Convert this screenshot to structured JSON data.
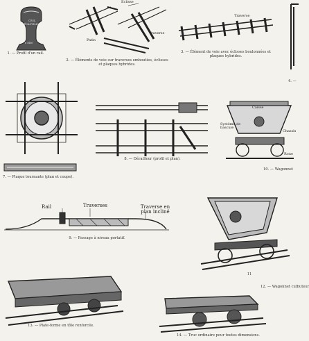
{
  "figures": {
    "f1": {
      "caption": "1. — Profil d'un rail.",
      "rail_text": [
        "CIVIL",
        "DÉCAUVILLE",
        "6 M50"
      ]
    },
    "f2": {
      "caption": "2. — Éléments de voie sur traverses embouties, éclisses et plaques hybrides.",
      "labels": {
        "eclisse": "Eclisse",
        "traverse": "Traverse",
        "patin": "Patin"
      }
    },
    "f3": {
      "caption": "3. — Élément de voie avec éclisses boulonnées et plaques hybrides.",
      "labels": {
        "traverse": "Traverse"
      }
    },
    "f4": {
      "caption": "4. —"
    },
    "f7": {
      "caption": "7. — Plaque tournante (plan et coupe)."
    },
    "f8": {
      "caption": "8. — Dérailleur (profil et plan)."
    },
    "f10": {
      "caption": "10. — Wagonnet",
      "labels": {
        "caisse": "Caisse",
        "systeme": "Système de bascule",
        "chassis": "Chassis",
        "roue": "Roue"
      }
    },
    "f9": {
      "caption": "9. — Passage à niveau portatif.",
      "labels": {
        "rail": "Rail",
        "traverses": "Traverses",
        "traverse_incl": "Traverse en plan incliné"
      }
    },
    "f11": {
      "caption": "11"
    },
    "f12": {
      "caption": "12. — Wagonnet culbuteur"
    },
    "f13": {
      "caption": "13. — Plate-forme en tôle renforcée."
    },
    "f14": {
      "caption": "14. — Truc ordinaire pour toutes dimensions."
    }
  }
}
